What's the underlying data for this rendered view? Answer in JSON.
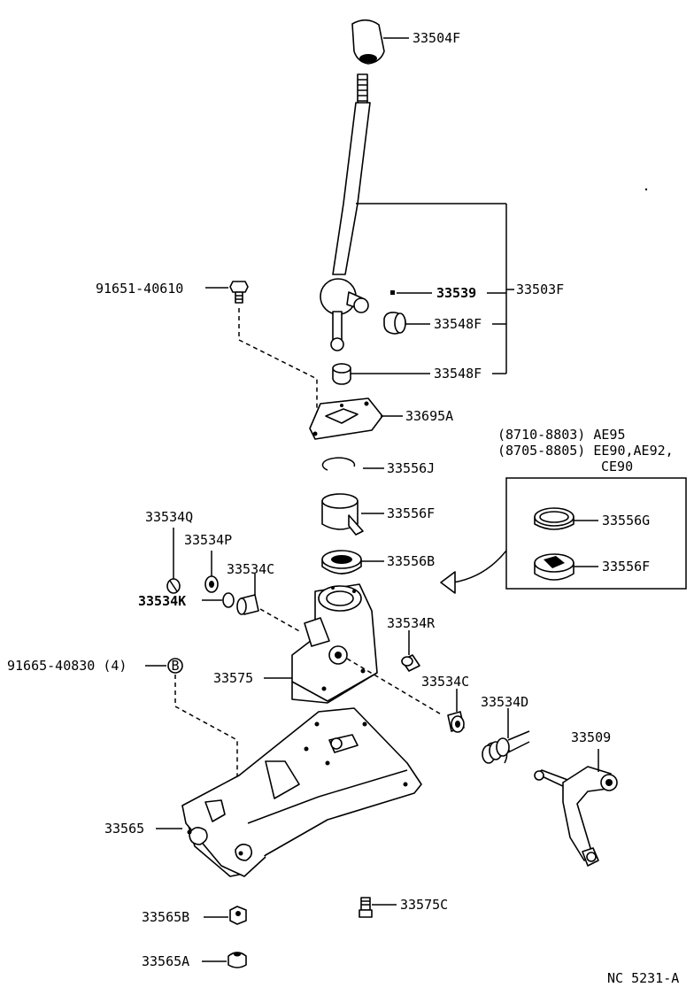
{
  "labels": {
    "p33504F": "33504F",
    "p33539": "33539",
    "p33503F": "33503F",
    "p33548F_a": "33548F",
    "p33548F_b": "33548F",
    "p91651": "91651-40610",
    "p33695A": "33695A",
    "p33556J": "33556J",
    "p33556F_a": "33556F",
    "p33556B": "33556B",
    "p33534Q": "33534Q",
    "p33534P": "33534P",
    "p33534C_a": "33534C",
    "p33534K": "33534K",
    "p33534R": "33534R",
    "p91665": "91665-40830 (4)",
    "p33575": "33575",
    "p33534C_b": "33534C",
    "p33534D": "33534D",
    "p33509": "33509",
    "p33565": "33565",
    "p33565B": "33565B",
    "p33575C": "33575C",
    "p33565A": "33565A",
    "p33556G": "33556G",
    "p33556F_b": "33556F"
  },
  "note": {
    "line1": "(8710-8803) AE95",
    "line2": "(8705-8805) EE90,AE92,",
    "line3": "CE90"
  },
  "bolt_marker": "B",
  "footer_code": "NC 5231-A"
}
